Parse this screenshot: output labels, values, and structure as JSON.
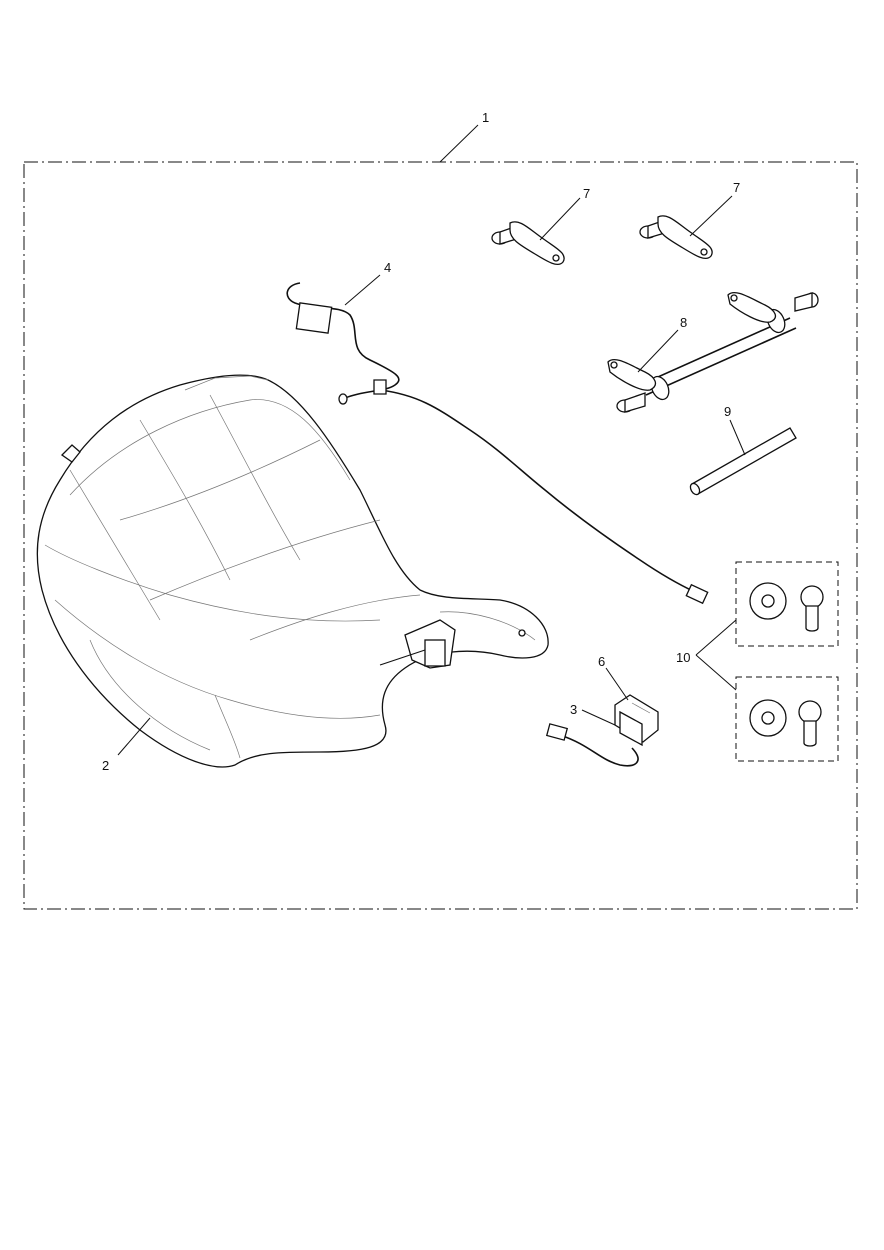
{
  "diagram": {
    "callouts": {
      "c1": "1",
      "c2": "2",
      "c3": "3",
      "c4": "4",
      "c6": "6",
      "c7a": "7",
      "c7b": "7",
      "c8": "8",
      "c9": "9",
      "c10": "10"
    },
    "colors": {
      "line": "#111111",
      "background": "#ffffff",
      "shading": "#777777"
    }
  }
}
